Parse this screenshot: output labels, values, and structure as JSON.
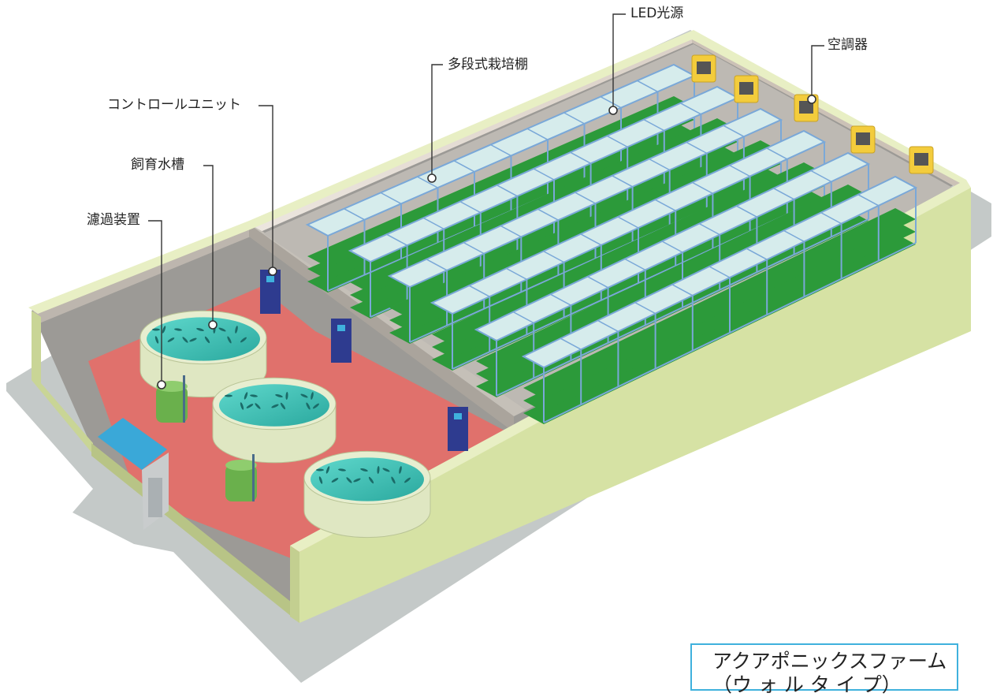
{
  "labels": {
    "filter_unit": "濾過装置",
    "breeding_tank": "飼育水槽",
    "control_unit": "コントロールユニット",
    "shelves": "多段式栽培棚",
    "led": "LED光源",
    "air_conditioner": "空調器"
  },
  "title": {
    "line1": "アクアポニックスファーム",
    "line2": "（ウ ォ ル タ イ プ）"
  },
  "colors": {
    "floor_outer": "#c9cdcc",
    "wall": "#d8e3a6",
    "fish_room_floor": "#e2726e",
    "tank_water": "#3cc4b8",
    "rack_frame": "#7aa8d8",
    "plants": "#2c9a3a",
    "led_panel": "#d6ecec",
    "air_conditioner": "#f3cc3c",
    "title_border": "#3fb1dd"
  }
}
